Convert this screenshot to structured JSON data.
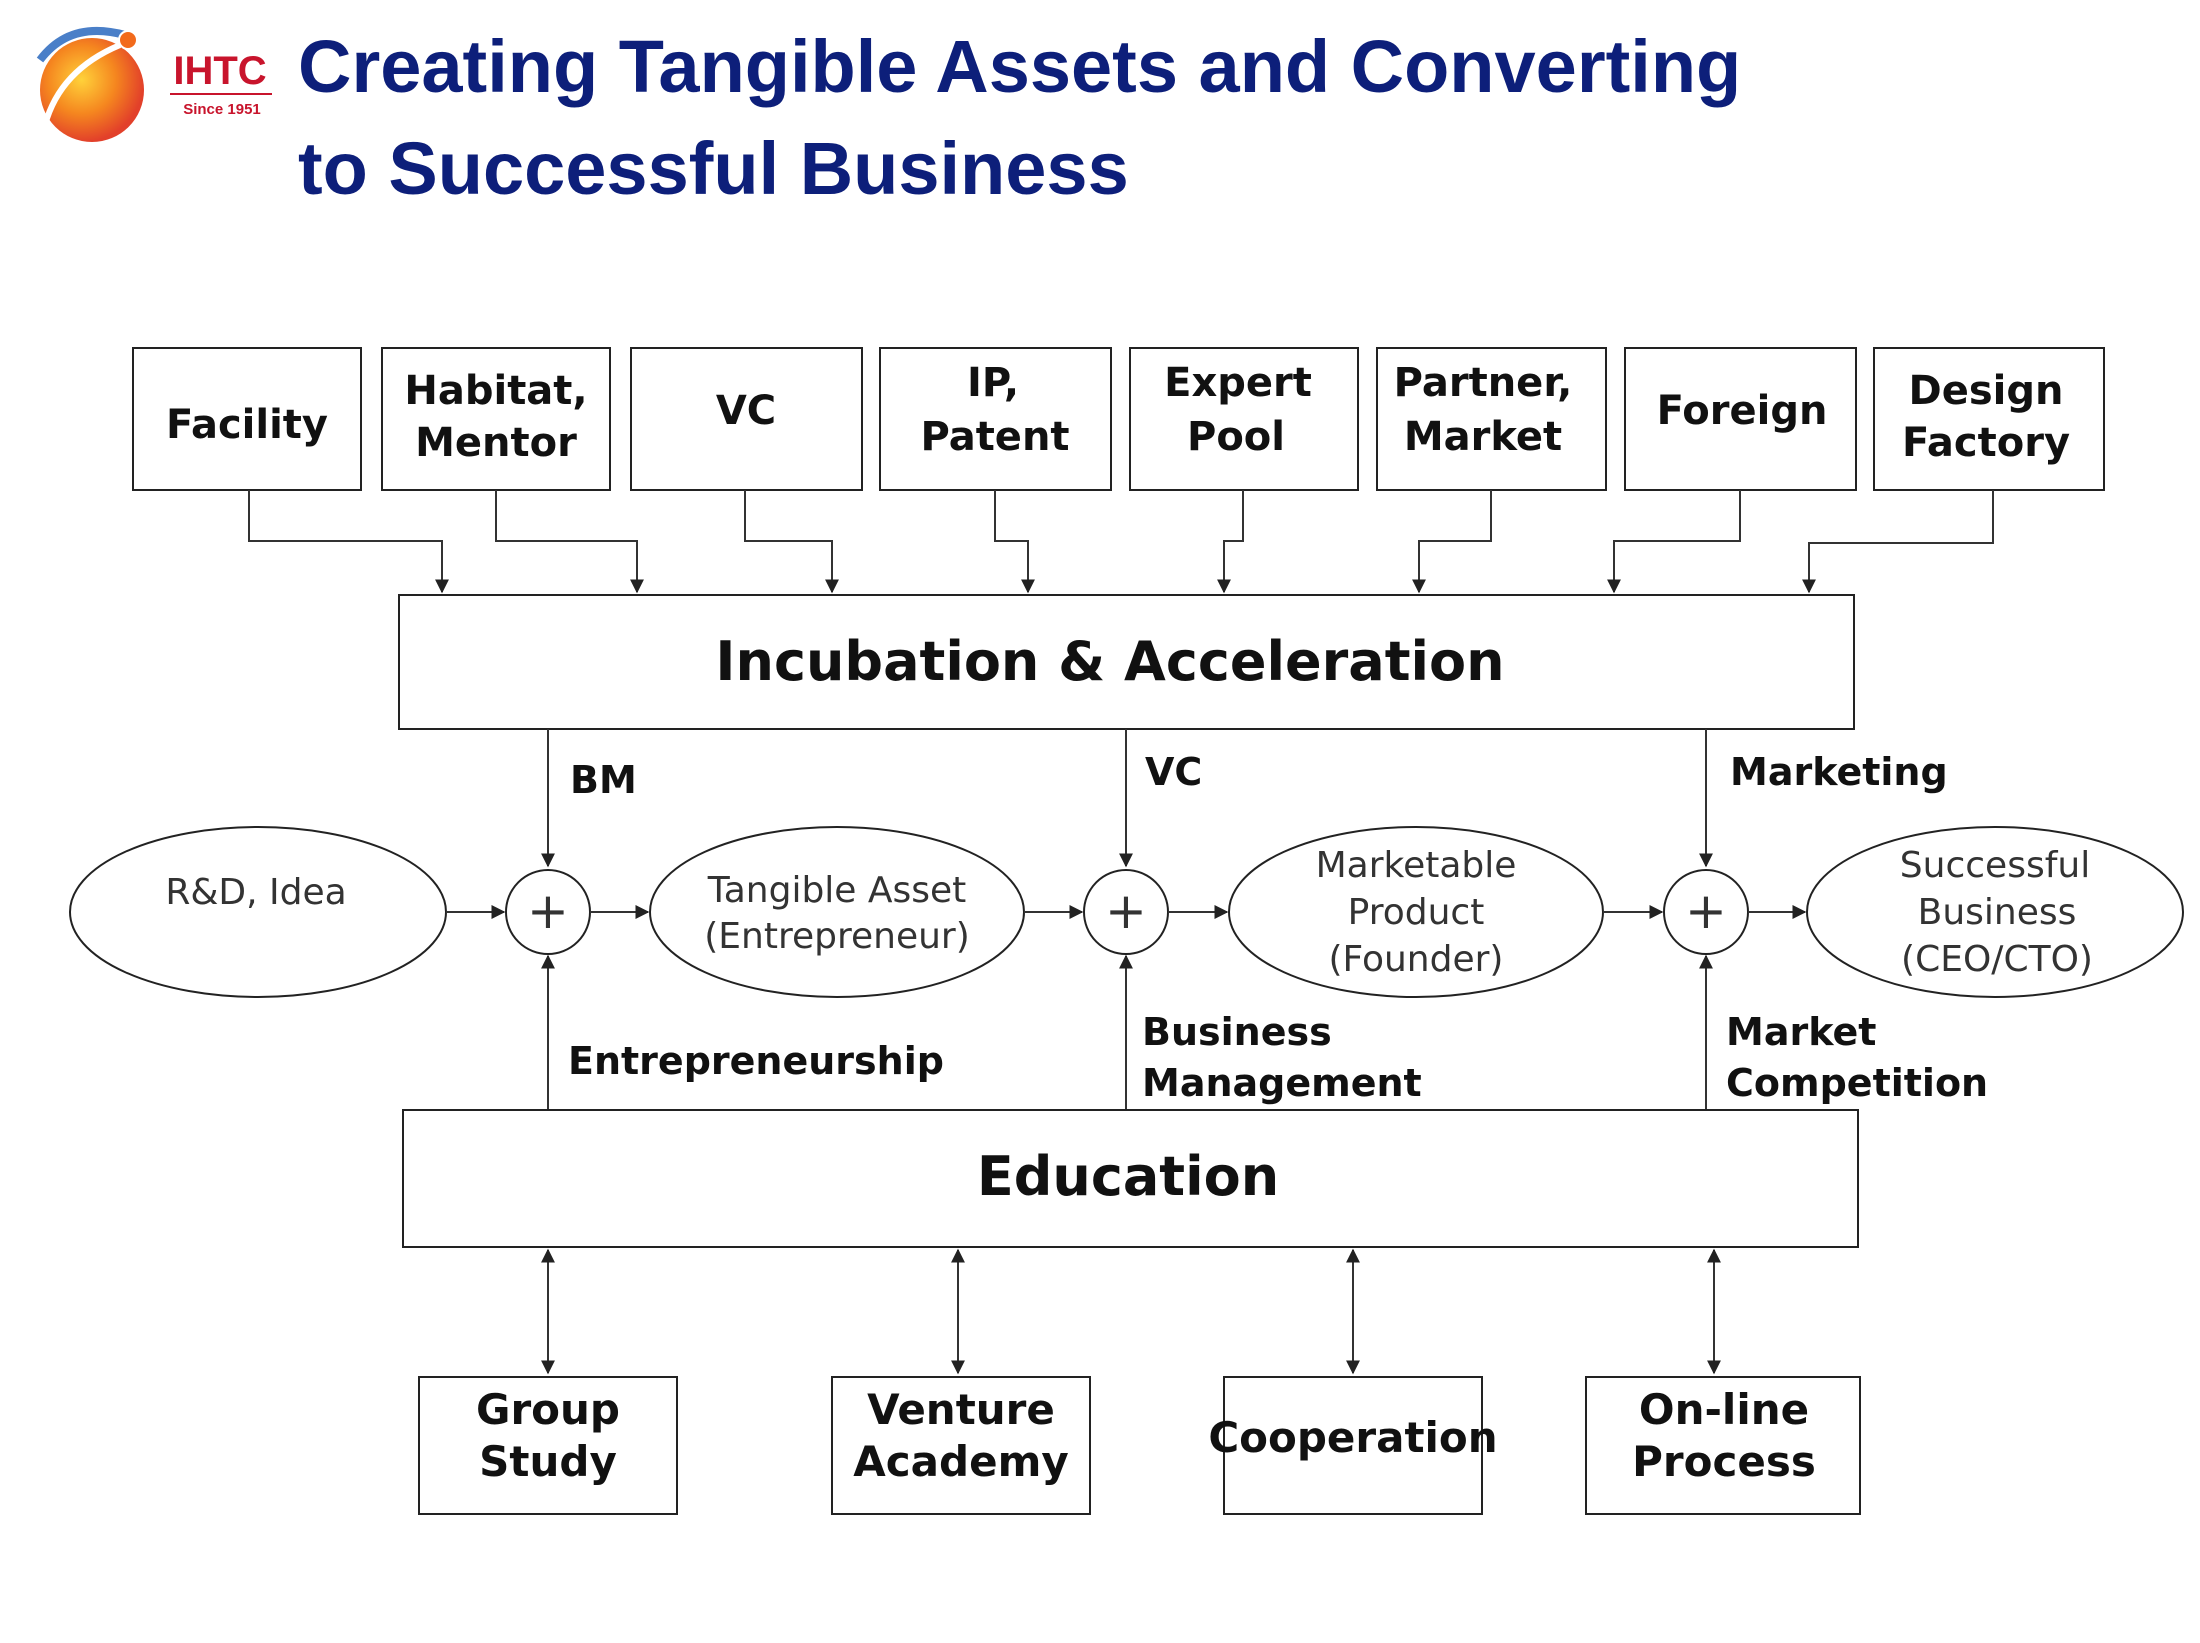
{
  "logo": {
    "name": "IHTC",
    "since": "Since 1951"
  },
  "title": {
    "line1": "Creating Tangible Assets and Converting",
    "line2": "to Successful Business"
  },
  "resources": [
    {
      "lines": [
        "Facility"
      ]
    },
    {
      "lines": [
        "Habitat,",
        "Mentor"
      ]
    },
    {
      "lines": [
        "VC"
      ]
    },
    {
      "lines": [
        "IP,",
        "Patent"
      ]
    },
    {
      "lines": [
        "Expert",
        "Pool"
      ]
    },
    {
      "lines": [
        "Partner,",
        "Market"
      ]
    },
    {
      "lines": [
        "Foreign"
      ]
    },
    {
      "lines": [
        "Design",
        "Factory"
      ]
    }
  ],
  "incubation": "Incubation & Acceleration",
  "education": "Education",
  "top_inputs": [
    "BM",
    "VC",
    "Marketing"
  ],
  "bottom_inputs": [
    {
      "lines": [
        "Entrepreneurship"
      ]
    },
    {
      "lines": [
        "Business",
        "Management"
      ]
    },
    {
      "lines": [
        "Market",
        "Competition"
      ]
    }
  ],
  "stages": [
    {
      "lines": [
        "R&D,  Idea"
      ]
    },
    {
      "lines": [
        "Tangible Asset",
        "(Entrepreneur)"
      ]
    },
    {
      "lines": [
        "Marketable",
        "Product",
        "(Founder)"
      ]
    },
    {
      "lines": [
        "Successful",
        "Business",
        "(CEO/CTO)"
      ]
    }
  ],
  "sum_symbol": "+",
  "programs": [
    {
      "lines": [
        "Group",
        "Study"
      ]
    },
    {
      "lines": [
        "Venture",
        "Academy"
      ]
    },
    {
      "lines": [
        "Cooperation"
      ]
    },
    {
      "lines": [
        "On-line",
        "Process"
      ]
    }
  ],
  "colors": {
    "title": "#0d1f7a",
    "logo_text": "#c8142c",
    "logo_orb": "#f26a1b"
  }
}
